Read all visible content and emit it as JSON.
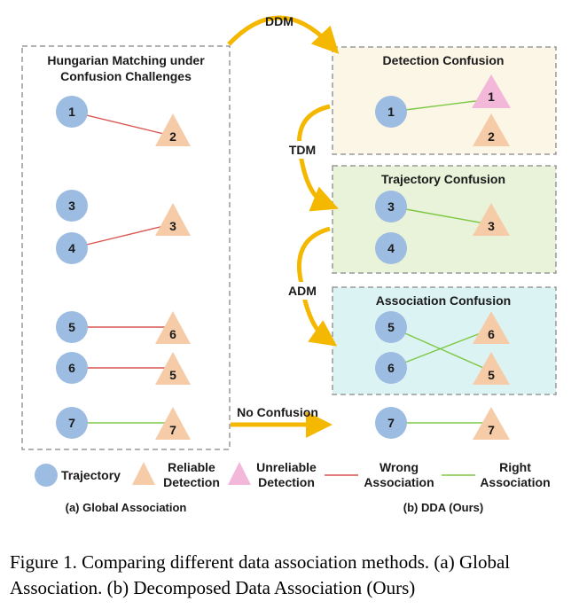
{
  "left_panel": {
    "title_line1": "Hungarian Matching under",
    "title_line2": "Confusion Challenges",
    "pairs": [
      {
        "traj": "1",
        "det": "2",
        "assoc": "wrong"
      },
      {
        "traj": "3",
        "det": "",
        "assoc": "none"
      },
      {
        "traj": "4",
        "det": "3",
        "assoc": "wrong"
      },
      {
        "traj": "5",
        "det": "6",
        "assoc": "wrong"
      },
      {
        "traj": "6",
        "det": "5",
        "assoc": "wrong"
      },
      {
        "traj": "7",
        "det": "7",
        "assoc": "right"
      }
    ]
  },
  "arrows": {
    "ddm": "DDM",
    "tdm": "TDM",
    "adm": "ADM",
    "no_confusion": "No Confusion"
  },
  "right_panel": {
    "detection": {
      "title": "Detection Confusion",
      "traj": "1",
      "det_unreliable": "1",
      "det_reliable": "2"
    },
    "trajectory": {
      "title": "Trajectory Confusion",
      "traj_a": "3",
      "traj_b": "4",
      "det": "3"
    },
    "association": {
      "title": "Association Confusion",
      "traj_a": "5",
      "traj_b": "6",
      "det_a": "6",
      "det_b": "5"
    },
    "no_confusion_pair": {
      "traj": "7",
      "det": "7"
    }
  },
  "legend": {
    "trajectory": "Trajectory",
    "reliable_line1": "Reliable",
    "reliable_line2": "Detection",
    "unreliable_line1": "Unreliable",
    "unreliable_line2": "Detection",
    "wrong_line1": "Wrong",
    "wrong_line2": "Association",
    "right_line1": "Right",
    "right_line2": "Association"
  },
  "subcaptions": {
    "a": "(a) Global Association",
    "b": "(b) DDA (Ours)"
  },
  "caption": {
    "line1": "Figure 1. Comparing different data association methods. (a) Global",
    "line2": "Association. (b) Decomposed Data Association (Ours)"
  },
  "colors": {
    "trajectory": "#9dbce1",
    "reliable": "#f6cca8",
    "unreliable": "#f3b8d9",
    "wrong": "#d9534f",
    "right": "#7dc843",
    "arrow": "#f5b800",
    "detection_bg": "#fbf6e6",
    "trajectory_bg": "#e8f3da",
    "association_bg": "#dcf3f4",
    "frame": "#999999"
  }
}
